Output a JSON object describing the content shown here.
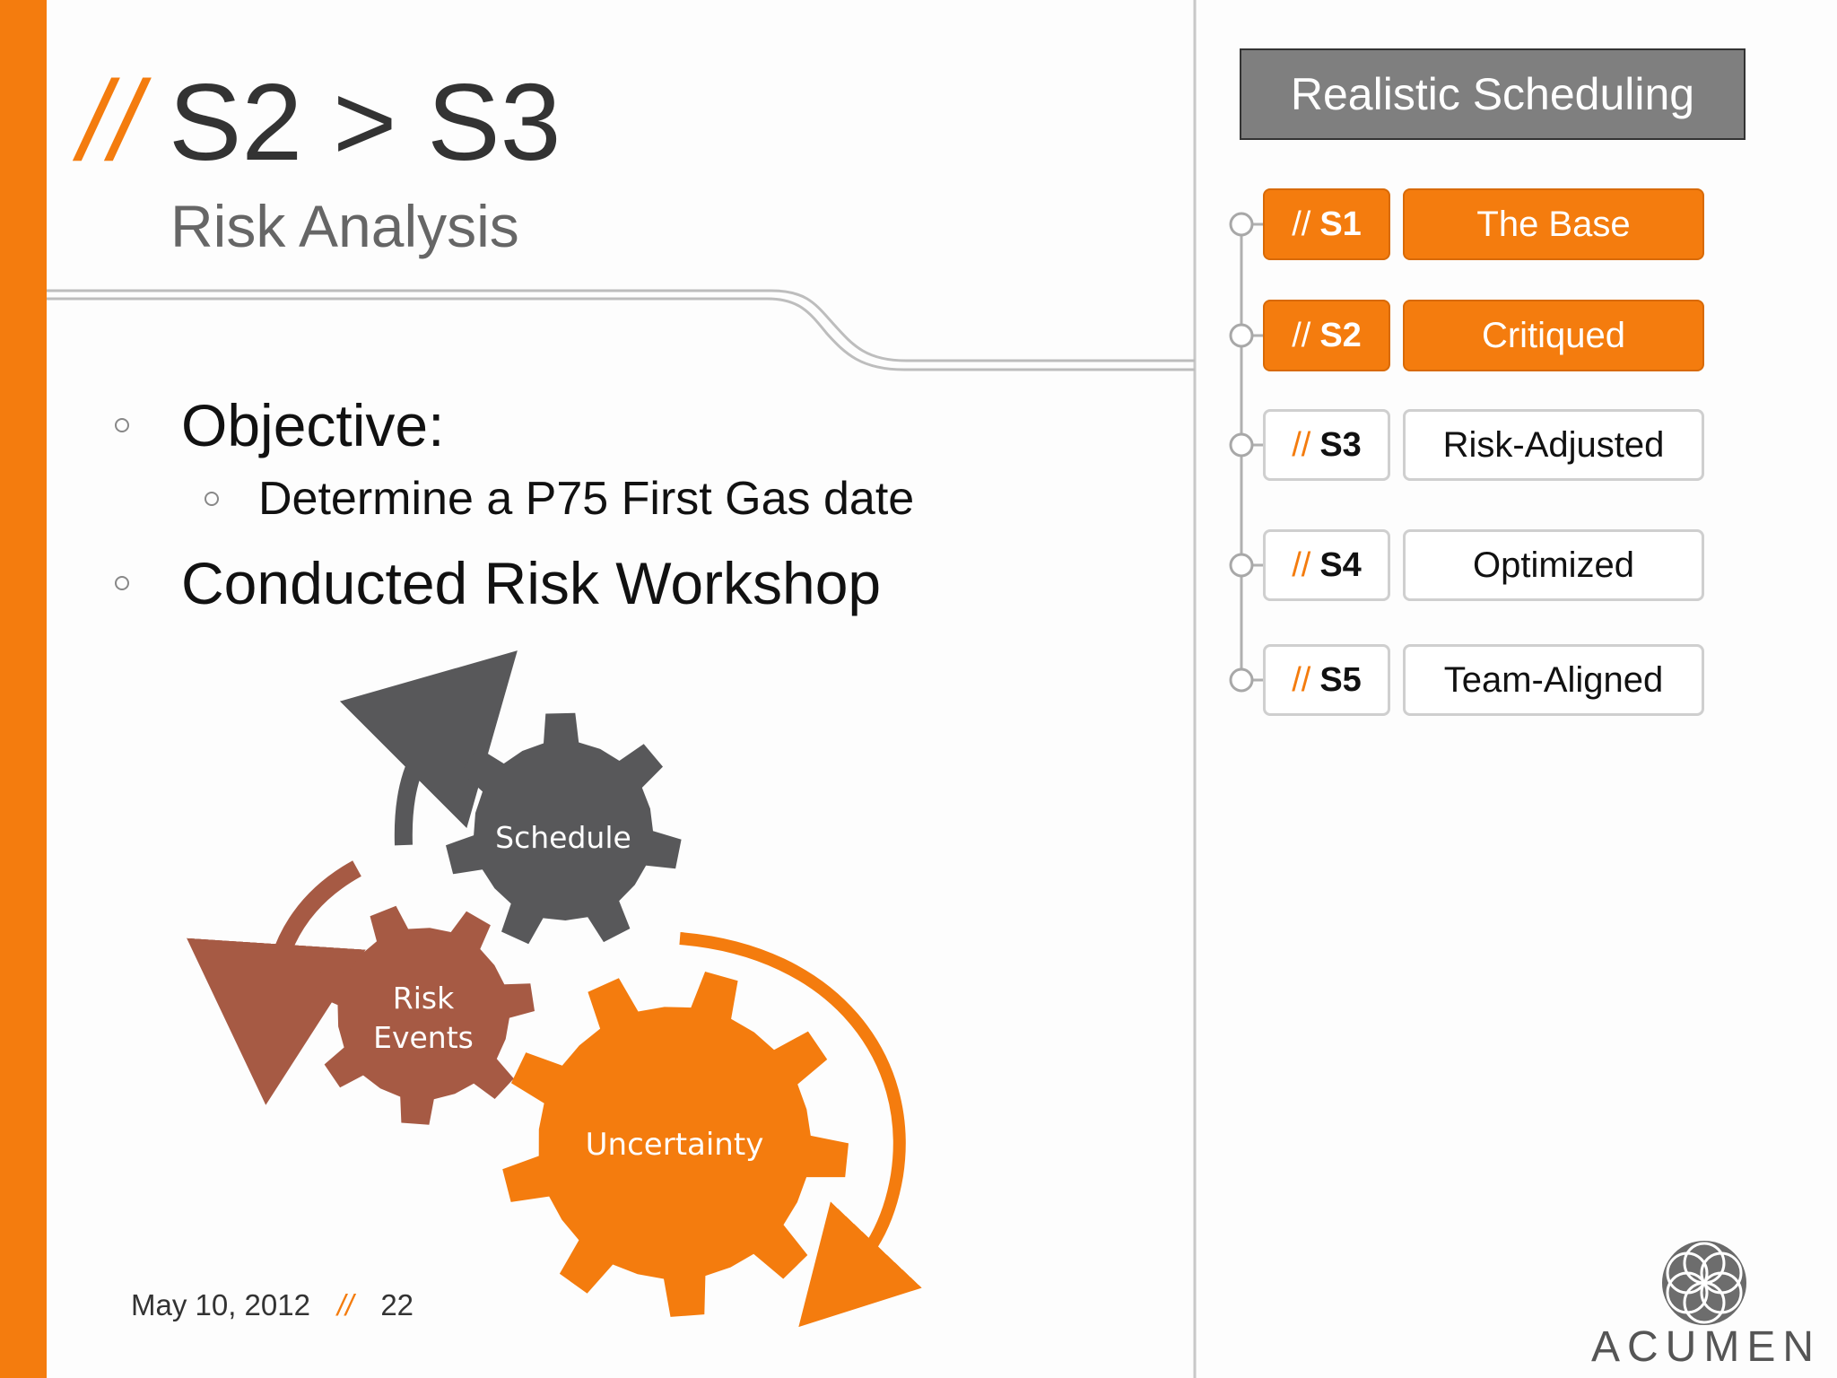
{
  "header": {
    "title_slashes": "//",
    "title": "S2 > S3",
    "subtitle": "Risk Analysis"
  },
  "bullets": {
    "objective": "Objective:",
    "objective_detail": "Determine a P75 First Gas date",
    "workshop": "Conducted Risk Workshop"
  },
  "gears": {
    "schedule": "Schedule",
    "risk_line1": "Risk",
    "risk_line2": "Events",
    "uncertainty": "Uncertainty"
  },
  "footer": {
    "date": "May 10, 2012",
    "separator": "//",
    "page": "22"
  },
  "panel": {
    "title": "Realistic Scheduling",
    "steps": [
      {
        "slash": "//",
        "code": "S1",
        "label": "The Base",
        "active": true
      },
      {
        "slash": "//",
        "code": "S2",
        "label": "Critiqued",
        "active": true
      },
      {
        "slash": "//",
        "code": "S3",
        "label": "Risk-Adjusted",
        "active": false
      },
      {
        "slash": "//",
        "code": "S4",
        "label": "Optimized",
        "active": false
      },
      {
        "slash": "//",
        "code": "S5",
        "label": "Team-Aligned",
        "active": false
      }
    ]
  },
  "logo": {
    "text": "ACUMEN",
    "icon": "flower-of-life-icon"
  },
  "colors": {
    "accent": "#f47c0e",
    "gear_schedule": "#58585a",
    "gear_risk": "#a65a44",
    "gear_uncertainty": "#f47c0e",
    "panel_title_bg": "#7f7f7f"
  }
}
